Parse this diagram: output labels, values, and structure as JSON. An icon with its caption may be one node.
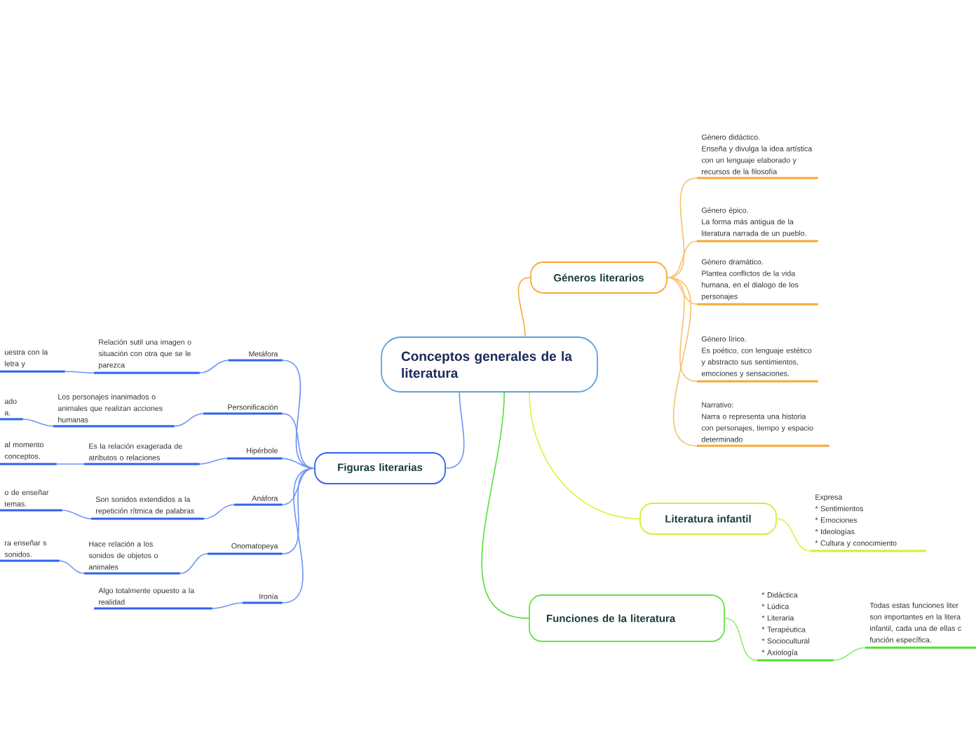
{
  "diagram": {
    "nodes": [
      {
        "text": [
          "Conceptos generales de la literatura"
        ]
      },
      {
        "text": [
          "Géneros literarios"
        ]
      },
      {
        "text": [
          "Género didáctico.",
          "Enseña y divulga la idea artística con un lenguaje elaborado y recursos de la filosofía"
        ]
      },
      {
        "text": [
          "Género épico.",
          "La forma más antigua de la literatura narrada de un pueblo."
        ]
      },
      {
        "text": [
          "Género dramático.",
          "Plantea conflictos de la vida humana, en el dialogo de los personajes"
        ]
      },
      {
        "text": [
          "Género lírico.",
          "Es poético, con lenguaje estético y abstracto sus sentimientos, emociones y sensaciones."
        ]
      },
      {
        "text": [
          "Narrativo:",
          "Narra o representa una historia con personajes, tiempo y espacio determinado"
        ]
      },
      {
        "text": [
          "Literatura infantil"
        ]
      },
      {
        "text": [
          "Expresa",
          "* Sentimientos",
          "* Emociones",
          "* Ideologías",
          "* Cultura y conocimiento"
        ]
      },
      {
        "text": [
          "Funciones de la literatura"
        ]
      },
      {
        "text": [
          "* Didáctica",
          "* Lúdica",
          "* Literaria",
          "* Terapéutica",
          "* Sociocultural",
          "* Axiología"
        ]
      },
      {
        "text": [
          "Todas estas funciones liter son importantes en la litera infantil, cada una de ellas c función específica."
        ]
      },
      {
        "text": [
          "Figuras literarias"
        ]
      },
      {
        "text": [
          "Metáfora"
        ]
      },
      {
        "text": [
          "Relación sutil una imagen o situación con otra que se le parezca"
        ]
      },
      {
        "text": [
          "uestra con la letra y"
        ]
      },
      {
        "text": [
          "Personificación"
        ]
      },
      {
        "text": [
          "Los personajes inanimados o animales que realizan acciones humanas"
        ]
      },
      {
        "text": [
          "ado a."
        ]
      },
      {
        "text": [
          "Hipérbole"
        ]
      },
      {
        "text": [
          "Es la relación exagerada de atributos o relaciones"
        ]
      },
      {
        "text": [
          "al momento conceptos."
        ]
      },
      {
        "text": [
          "Anáfora"
        ]
      },
      {
        "text": [
          "Son sonidos extendidos a la repetición rítmica de palabras"
        ]
      },
      {
        "text": [
          "o de enseñar temas."
        ]
      },
      {
        "text": [
          "Onomatopeya"
        ]
      },
      {
        "text": [
          "Hace relación a los sonidos de objetos o animales"
        ]
      },
      {
        "text": [
          "ra enseñar s sonidos."
        ]
      },
      {
        "text": [
          "Ironía"
        ]
      },
      {
        "text": [
          "Algo totalmente opuesto a la realidad"
        ]
      }
    ],
    "edges": [
      {
        "from": 0,
        "to": 1,
        "arrow": "none",
        "color": "#f7a838"
      },
      {
        "from": 1,
        "to": 2,
        "arrow": "none",
        "color": "#f9c06a"
      },
      {
        "from": 1,
        "to": 3,
        "arrow": "none",
        "color": "#f9c06a"
      },
      {
        "from": 1,
        "to": 4,
        "arrow": "none",
        "color": "#f9c06a"
      },
      {
        "from": 1,
        "to": 5,
        "arrow": "none",
        "color": "#f9c06a"
      },
      {
        "from": 1,
        "to": 6,
        "arrow": "none",
        "color": "#f9c06a"
      },
      {
        "from": 0,
        "to": 7,
        "arrow": "none",
        "color": "#dff03a"
      },
      {
        "from": 7,
        "to": 8,
        "arrow": "none",
        "color": "#dff03a"
      },
      {
        "from": 0,
        "to": 9,
        "arrow": "none",
        "color": "#55e03a"
      },
      {
        "from": 9,
        "to": 10,
        "arrow": "none",
        "color": "#8cec74"
      },
      {
        "from": 10,
        "to": 11,
        "arrow": "none",
        "color": "#8cec74"
      },
      {
        "from": 0,
        "to": 12,
        "arrow": "none"
      },
      {
        "from": 12,
        "to": 13,
        "arrow": "none"
      },
      {
        "from": 12,
        "to": 16,
        "arrow": "none"
      },
      {
        "from": 12,
        "to": 19,
        "arrow": "none"
      },
      {
        "from": 12,
        "to": 22,
        "arrow": "none"
      },
      {
        "from": 12,
        "to": 25,
        "arrow": "none"
      },
      {
        "from": 12,
        "to": 28,
        "arrow": "none"
      },
      {
        "from": 13,
        "to": 14,
        "arrow": "none"
      },
      {
        "from": 14,
        "to": 15,
        "arrow": "none"
      },
      {
        "from": 16,
        "to": 17,
        "arrow": "none"
      },
      {
        "from": 17,
        "to": 18,
        "arrow": "none"
      },
      {
        "from": 19,
        "to": 20,
        "arrow": "none"
      },
      {
        "from": 20,
        "to": 21,
        "arrow": "none"
      },
      {
        "from": 22,
        "to": 23,
        "arrow": "none"
      },
      {
        "from": 23,
        "to": 24,
        "arrow": "none"
      },
      {
        "from": 25,
        "to": 26,
        "arrow": "none"
      },
      {
        "from": 26,
        "to": 27,
        "arrow": "none"
      },
      {
        "from": 28,
        "to": 29,
        "arrow": "none"
      }
    ]
  }
}
